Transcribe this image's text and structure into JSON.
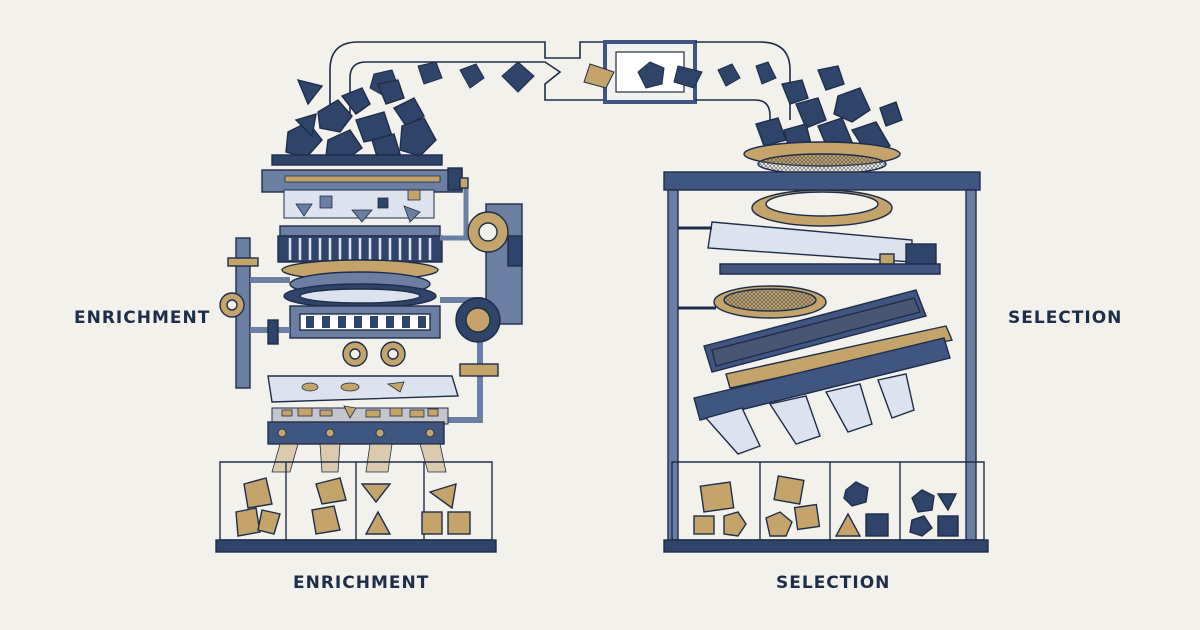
{
  "labels": {
    "left_side": "ENRICHMENT",
    "right_side": "SELECTION",
    "left_bottom": "ENRICHMENT",
    "right_bottom": "SELECTION"
  },
  "colors": {
    "background": "#f3f1ec",
    "navy": "#2e4468",
    "slate": "#6b7fa3",
    "gold": "#c4a46a",
    "outline": "#1e2d4a"
  },
  "icons": {
    "pipe": "conveyor-pipe",
    "enrichment_machine": "press-machine",
    "selection_machine": "sieve-sorter",
    "gear": "gear-icon"
  }
}
